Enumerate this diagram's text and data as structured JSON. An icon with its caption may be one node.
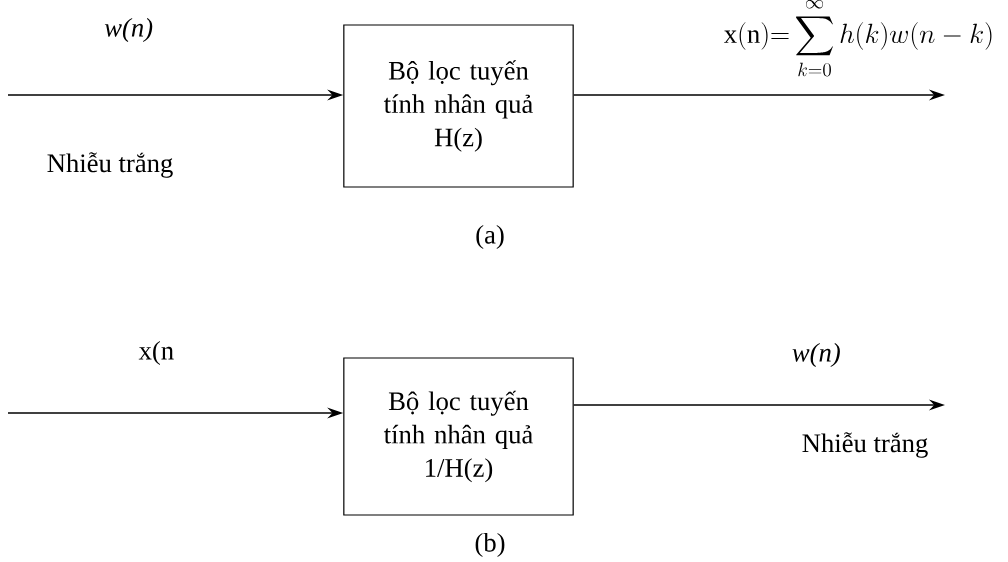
{
  "diagram": {
    "nodes": [
      {
        "text": [
          "Bộ lọc tuyến tính nhân quả",
          "H(z)"
        ]
      },
      {
        "text": [
          "Bộ lọc tuyến tính nhân quả",
          "1/H(z)"
        ]
      }
    ],
    "edges": [
      {
        "from": null,
        "to": 0,
        "arrow": "to",
        "label": "w(n)"
      },
      {
        "from": 0,
        "to": null,
        "arrow": "to",
        "label": "\\mathrm{x(n)}{=}\\sum_{k=0}^{\\infty}h(k)w(n-k)"
      },
      {
        "from": null,
        "to": 1,
        "arrow": "to",
        "label": "x(n"
      },
      {
        "from": 1,
        "to": null,
        "arrow": "to",
        "label": "w(n)"
      }
    ],
    "labels": [
      "Nhiễu trắng",
      "(a)",
      "Nhiễu trắng",
      "(b)"
    ]
  }
}
